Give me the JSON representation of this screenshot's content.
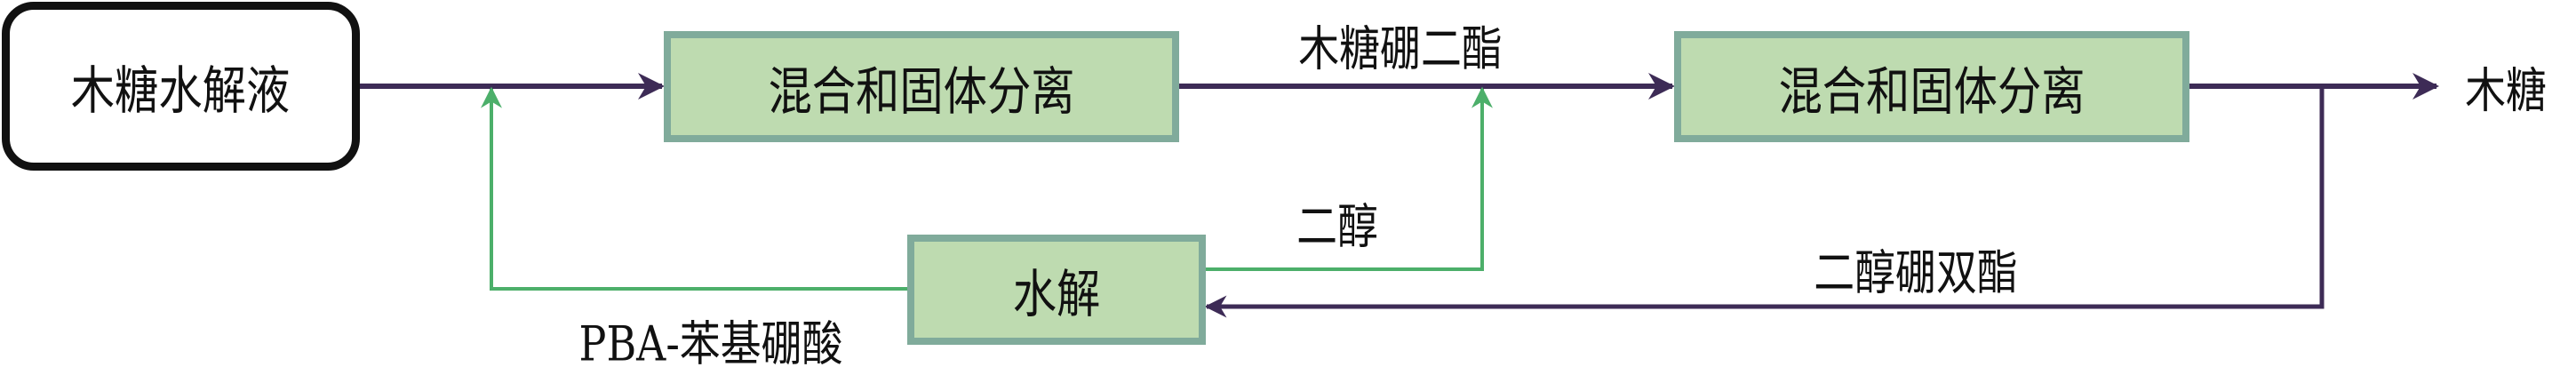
{
  "nodes": {
    "input": "木糖水解液",
    "mix1": "混合和固体分离",
    "mix2": "混合和固体分离",
    "hydrolysis": "水解",
    "output": "木糖"
  },
  "labels": {
    "xylose_boronate": "木糖硼二酯",
    "diol": "二醇",
    "diol_boronate": "二醇硼双酯",
    "pba": "PBA-苯基硼酸"
  },
  "colors": {
    "main_flow": "#3d2b56",
    "recycle_flow": "#4caf6a",
    "box_fill": "#bedbb0",
    "box_border": "#80ab9b"
  }
}
